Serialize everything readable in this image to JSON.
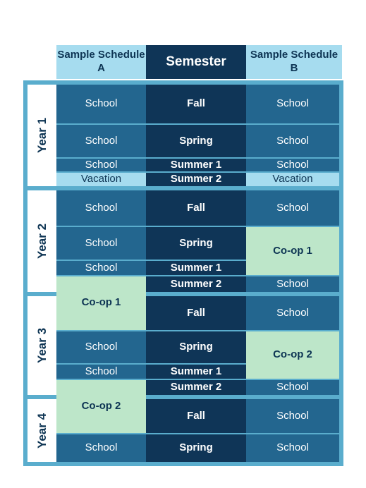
{
  "header": {
    "col_a": "Sample Schedule A",
    "col_mid": "Semester",
    "col_b": "Sample Schedule B"
  },
  "years": {
    "y1": "Year 1",
    "y2": "Year 2",
    "y3": "Year 3",
    "y4": "Year 4"
  },
  "terms": {
    "fall": "Fall",
    "spring": "Spring",
    "summer1": "Summer 1",
    "summer2": "Summer 2"
  },
  "activities": {
    "school": "School",
    "vacation": "Vacation",
    "coop1": "Co-op 1",
    "coop2": "Co-op 2"
  },
  "colors": {
    "header_light": "#a6dcef",
    "header_dark": "#0f3557",
    "school": "#23668f",
    "coop": "#bde6c9",
    "frame": "#5aadcd"
  }
}
